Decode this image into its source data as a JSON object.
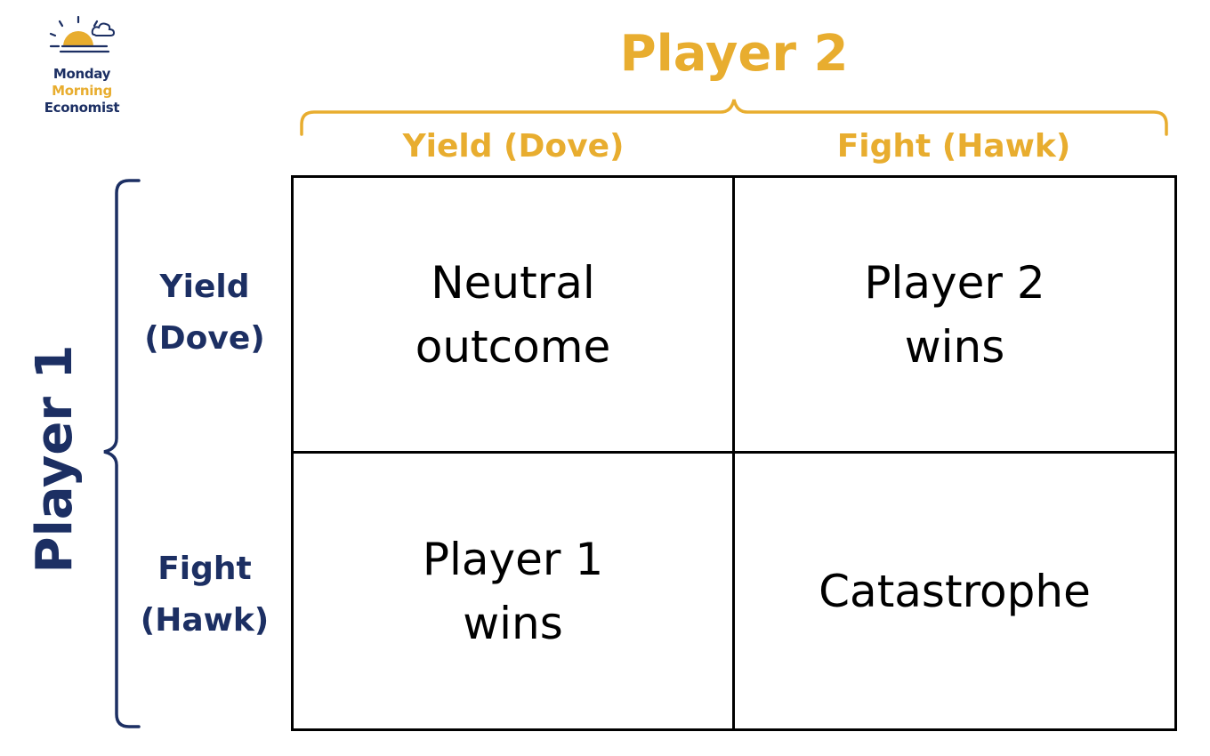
{
  "colors": {
    "navy": "#1c2f63",
    "gold": "#e8ad2f",
    "black": "#000000"
  },
  "logo": {
    "icon": "sunrise-cloud-icon",
    "line1": "Monday",
    "line2": "Morning",
    "line3": "Economist"
  },
  "player2": {
    "title": "Player 2",
    "strategies": [
      "Yield (Dove)",
      "Fight (Hawk)"
    ]
  },
  "player1": {
    "title": "Player 1",
    "strategies": [
      {
        "line1": "Yield",
        "line2": "(Dove)"
      },
      {
        "line1": "Fight",
        "line2": "(Hawk)"
      }
    ]
  },
  "outcomes": [
    [
      {
        "line1": "Neutral",
        "line2": "outcome"
      },
      {
        "line1": "Player 2",
        "line2": "wins"
      }
    ],
    [
      {
        "line1": "Player 1",
        "line2": "wins"
      },
      {
        "line1": "Catastrophe",
        "line2": ""
      }
    ]
  ]
}
